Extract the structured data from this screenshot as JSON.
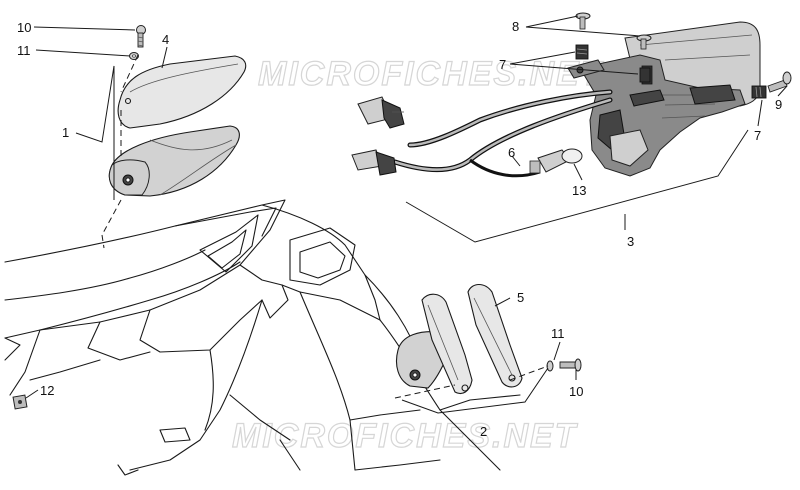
{
  "watermark": "MICROFICHES.NET",
  "callouts": {
    "c1": "1",
    "c2": "2",
    "c3": "3",
    "c4": "4",
    "c5": "5",
    "c6": "6",
    "c7a": "7",
    "c7b": "7",
    "c8": "8",
    "c9": "9",
    "c10a": "10",
    "c10b": "10",
    "c11a": "11",
    "c11b": "11",
    "c12": "12",
    "c13": "13"
  }
}
